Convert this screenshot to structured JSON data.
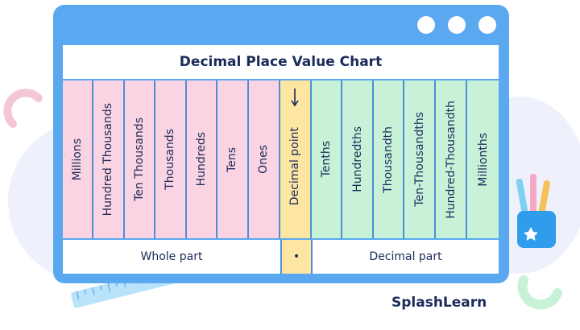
{
  "chart": {
    "title": "Decimal Place Value Chart",
    "whole_columns": [
      "Millions",
      "Hundred Thousands",
      "Ten Thousands",
      "Thousands",
      "Hundreds",
      "Tens",
      "Ones"
    ],
    "point_column": "Decimal point",
    "decimal_columns": [
      "Tenths",
      "Hundredths",
      "Thousandth",
      "Ten-Thousandths",
      "Hundred-Thousandth",
      "Millionths"
    ],
    "whole_part_label": "Whole part",
    "point_symbol": "•",
    "decimal_part_label": "Decimal part"
  },
  "brand": "SplashLearn",
  "colors": {
    "window": "#5aa9f0",
    "whole": "#fad4e2",
    "point": "#fce6a2",
    "decimal": "#c7f2d8",
    "text": "#1c2a5a"
  }
}
